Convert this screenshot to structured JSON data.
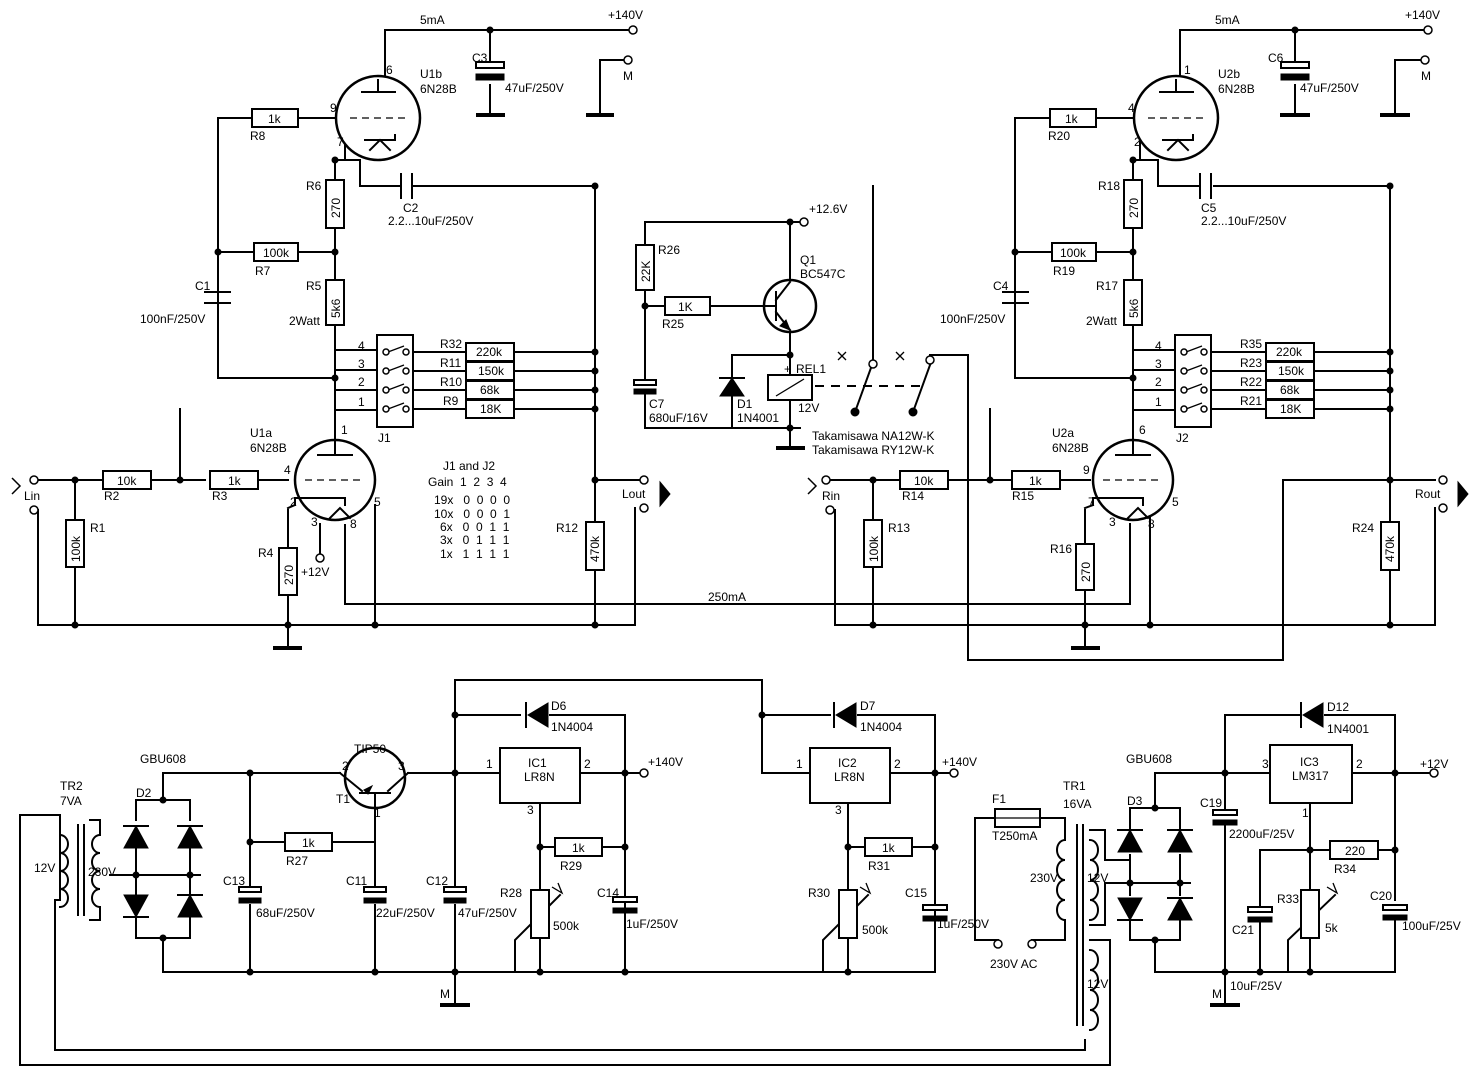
{
  "texts": {
    "u1b_current": "5mA",
    "u1b_supply": "+140V",
    "u1b_m": "M",
    "u1b_ref": "U1b",
    "u1b_type": "6N28B",
    "u1b_pin_plate": "6",
    "u1b_pin_grid": "9",
    "u1b_pin_cathode": "7",
    "c3_ref": "C3",
    "c3_val": "47uF/250V",
    "r8_ref": "R8",
    "r8_val": "1k",
    "r6_ref": "R6",
    "r6_val": "270",
    "c2_ref": "C2",
    "c2_val": "2.2...10uF/250V",
    "r7_ref": "R7",
    "r7_val": "100k",
    "c1_ref": "C1",
    "c1_val": "100nF/250V",
    "r5_ref": "R5",
    "r5_val": "5k6",
    "r5_power": "2Watt",
    "j1_ref": "J1",
    "j1_p4": "4",
    "j1_p3": "3",
    "j1_p2": "2",
    "j1_p1": "1",
    "r32_ref": "R32",
    "r32_val": "220k",
    "r11_ref": "R11",
    "r11_val": "150k",
    "r10_ref": "R10",
    "r10_val": "68k",
    "r9_ref": "R9",
    "r9_val": "18K",
    "u1a_ref": "U1a",
    "u1a_type": "6N28B",
    "u1a_pin_plate": "1",
    "u1a_pin_grid": "4",
    "u1a_pin_cathode": "2",
    "u1a_pin_h1": "3",
    "u1a_pin_h2": "8",
    "u1a_pin_h3": "5",
    "lin": "Lin",
    "r2_ref": "R2",
    "r2_val": "10k",
    "r3_ref": "R3",
    "r3_val": "1k",
    "r1_ref": "R1",
    "r1_val": "100k",
    "r4_ref": "R4",
    "r4_val": "270",
    "heater_12v": "+12V",
    "gain_title": "J1 and J2",
    "gain_head": "Gain  1  2  3  4",
    "gain_r1": "19x   0  0  0  0",
    "gain_r2": "10x   0  0  0  1",
    "gain_r3": "6x   0  0  1  1",
    "gain_r4": "3x   0  1  1  1",
    "gain_r5": "1x   1  1  1  1",
    "r12_ref": "R12",
    "r12_val": "470k",
    "lout": "Lout",
    "heater_current": "250mA",
    "relay_supply": "+12.6V",
    "r26_ref": "R26",
    "r26_val": "22K",
    "q1_ref": "Q1",
    "q1_type": "BC547C",
    "r25_ref": "R25",
    "r25_val": "1K",
    "c7_ref": "C7",
    "c7_val": "680uF/16V",
    "d1_ref": "D1",
    "d1_type": "1N4001",
    "rel_ref": "REL1",
    "rel_v": "12V",
    "rel_plus": "+",
    "rel_type1": "Takamisawa NA12W-K",
    "rel_type2": "Takamisawa RY12W-K",
    "u2b_current": "5mA",
    "u2b_supply": "+140V",
    "u2b_m": "M",
    "u2b_ref": "U2b",
    "u2b_type": "6N28B",
    "u2b_pin_plate": "1",
    "u2b_pin_grid": "4",
    "u2b_pin_cathode": "2",
    "c6_ref": "C6",
    "c6_val": "47uF/250V",
    "r20_ref": "R20",
    "r20_val": "1k",
    "r18_ref": "R18",
    "r18_val": "270",
    "c5_ref": "C5",
    "c5_val": "2.2...10uF/250V",
    "r19_ref": "R19",
    "r19_val": "100k",
    "c4_ref": "C4",
    "c4_val": "100nF/250V",
    "r17_ref": "R17",
    "r17_val": "5k6",
    "r17_power": "2Watt",
    "j2_ref": "J2",
    "j2_p4": "4",
    "j2_p3": "3",
    "j2_p2": "2",
    "j2_p1": "1",
    "r35_ref": "R35",
    "r35_val": "220k",
    "r23_ref": "R23",
    "r23_val": "150k",
    "r22_ref": "R22",
    "r22_val": "68k",
    "r21_ref": "R21",
    "r21_val": "18K",
    "u2a_ref": "U2a",
    "u2a_type": "6N28B",
    "u2a_pin_plate": "6",
    "u2a_pin_grid": "9",
    "u2a_pin_cathode": "7",
    "u2a_pin_h1": "3",
    "u2a_pin_h2": "8",
    "u2a_pin_h3": "5",
    "rin": "Rin",
    "r14_ref": "R14",
    "r14_val": "10k",
    "r15_ref": "R15",
    "r15_val": "1k",
    "r13_ref": "R13",
    "r13_val": "100k",
    "r16_ref": "R16",
    "r16_val": "270",
    "r24_ref": "R24",
    "r24_val": "470k",
    "rout": "Rout",
    "tr2_ref": "TR2",
    "tr2_va": "7VA",
    "tr2_sec": "12V",
    "tr2_pri": "230V",
    "br1_type": "GBU608",
    "d2_ref": "D2",
    "c13_ref": "C13",
    "c13_val": "68uF/250V",
    "t1_ref": "T1",
    "t1_type": "TIP50",
    "t1_p2": "2",
    "t1_p3": "3",
    "t1_p1": "1",
    "r27_ref": "R27",
    "r27_val": "1k",
    "c11_ref": "C11",
    "c11_val": "22uF/250V",
    "c12_ref": "C12",
    "c12_val": "47uF/250V",
    "ps_m": "M",
    "d6_ref": "D6",
    "d6_type": "1N4004",
    "ic1_ref": "IC1",
    "ic1_type": "LR8N",
    "ic1_p1": "1",
    "ic1_p2": "2",
    "ic1_p3": "3",
    "ic1_out": "+140V",
    "r29_ref": "R29",
    "r29_val": "1k",
    "r28_ref": "R28",
    "r28_val": "500k",
    "c14_ref": "C14",
    "c14_val": "1uF/250V",
    "d7_ref": "D7",
    "d7_type": "1N4004",
    "ic2_ref": "IC2",
    "ic2_type": "LR8N",
    "ic2_p1": "1",
    "ic2_p2": "2",
    "ic2_p3": "3",
    "ic2_out": "+140V",
    "r31_ref": "R31",
    "r31_val": "1k",
    "r30_ref": "R30",
    "r30_val": "500k",
    "c15_ref": "C15",
    "c15_val": "1uF/250V",
    "f1_ref": "F1",
    "f1_val": "T250mA",
    "mains": "230V AC",
    "tr1_ref": "TR1",
    "tr1_va": "16VA",
    "tr1_pri": "230V",
    "tr1_sec1": "12V",
    "tr1_sec2": "12V",
    "br2_type": "GBU608",
    "d3_ref": "D3",
    "c19_ref": "C19",
    "c19_val": "2200uF/25V",
    "d12_ref": "D12",
    "d12_type": "1N4001",
    "ic3_ref": "IC3",
    "ic3_type": "LM317",
    "ic3_p3": "3",
    "ic3_p2": "2",
    "ic3_p1": "1",
    "ic3_out": "+12V",
    "r34_ref": "R34",
    "r34_val": "220",
    "r33_ref": "R33",
    "r33_val": "5k",
    "c21_ref": "C21",
    "c21_val": "10uF/25V",
    "c20_ref": "C20",
    "c20_val": "100uF/25V",
    "lv_m": "M"
  }
}
